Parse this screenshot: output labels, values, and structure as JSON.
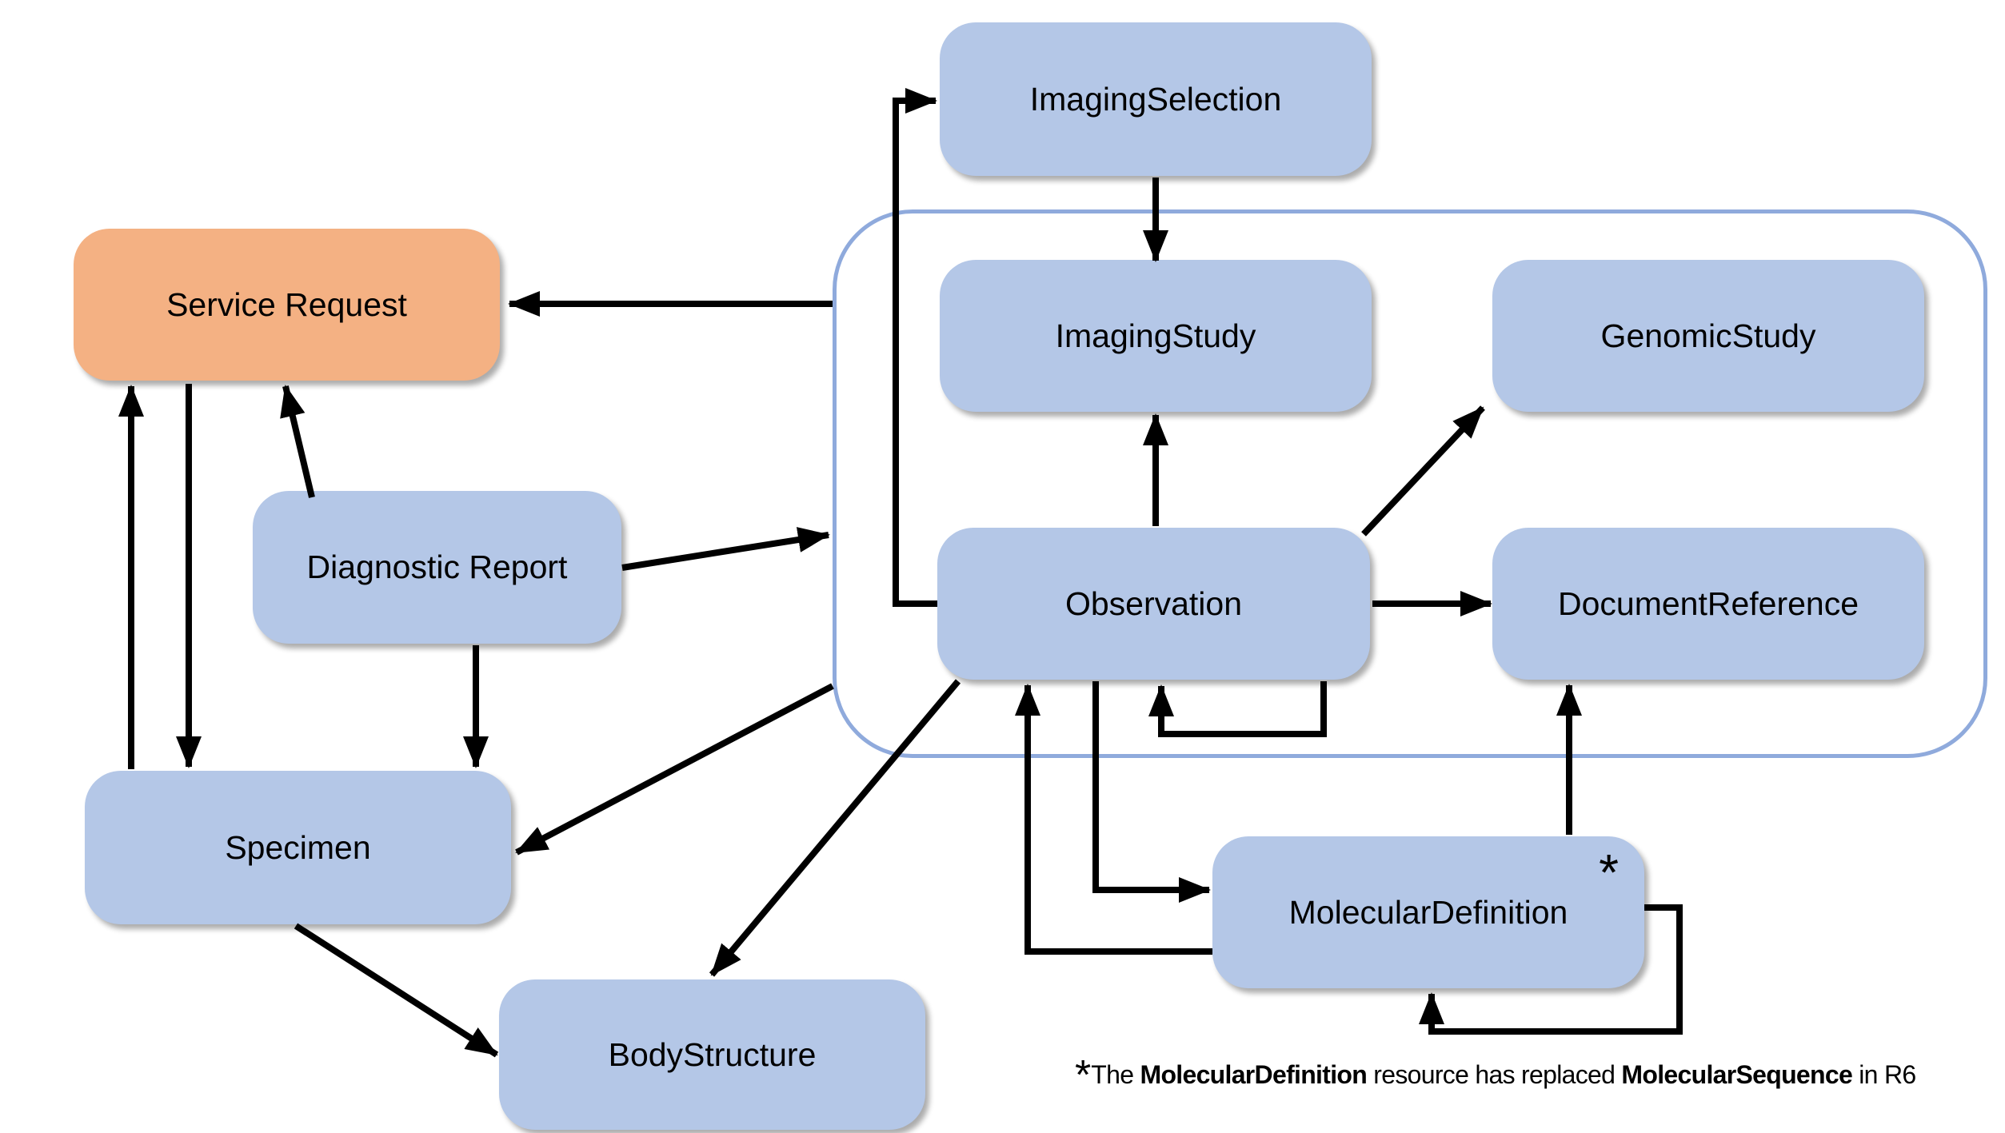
{
  "diagram_type": "fhir-resource-relationship-diagram",
  "nodes": {
    "imaging_selection": {
      "label": "ImagingSelection"
    },
    "imaging_study": {
      "label": "ImagingStudy"
    },
    "genomic_study": {
      "label": "GenomicStudy"
    },
    "observation": {
      "label": "Observation"
    },
    "document_reference": {
      "label": "DocumentReference"
    },
    "molecular_definition": {
      "label": "MolecularDefinition",
      "badge": "*"
    },
    "service_request": {
      "label": "Service Request"
    },
    "diagnostic_report": {
      "label": "Diagnostic Report"
    },
    "specimen": {
      "label": "Specimen"
    },
    "body_structure": {
      "label": "BodyStructure"
    }
  },
  "edges": [
    {
      "from": "Observation",
      "to": "ImagingSelection"
    },
    {
      "from": "ImagingSelection",
      "to": "ImagingStudy"
    },
    {
      "from": "Observation",
      "to": "ImagingStudy"
    },
    {
      "from": "Observation",
      "to": "GenomicStudy"
    },
    {
      "from": "Observation",
      "to": "DocumentReference"
    },
    {
      "from": "Observation",
      "to": "Observation"
    },
    {
      "from": "grouped-resources",
      "to": "Service Request"
    },
    {
      "from": "Diagnostic Report",
      "to": "grouped-resources"
    },
    {
      "from": "Diagnostic Report",
      "to": "Service Request"
    },
    {
      "from": "Specimen",
      "to": "Service Request"
    },
    {
      "from": "Service Request",
      "to": "Specimen"
    },
    {
      "from": "Diagnostic Report",
      "to": "Specimen"
    },
    {
      "from": "grouped-resources",
      "to": "Specimen"
    },
    {
      "from": "Observation",
      "to": "BodyStructure"
    },
    {
      "from": "Specimen",
      "to": "BodyStructure"
    },
    {
      "from": "Observation",
      "to": "MolecularDefinition"
    },
    {
      "from": "MolecularDefinition",
      "to": "Observation"
    },
    {
      "from": "MolecularDefinition",
      "to": "DocumentReference"
    },
    {
      "from": "MolecularDefinition",
      "to": "MolecularDefinition"
    }
  ],
  "footnote": {
    "asterisk": "*",
    "text_1": "The ",
    "bold_1": "MolecularDefinition",
    "text_2": " resource has replaced ",
    "bold_2": "MolecularSequence",
    "text_3": " in R6"
  },
  "colors": {
    "node_fill": "#B4C7E7",
    "highlight_fill": "#F4B183",
    "container_border": "#8FAADC",
    "arrow": "#000000"
  }
}
